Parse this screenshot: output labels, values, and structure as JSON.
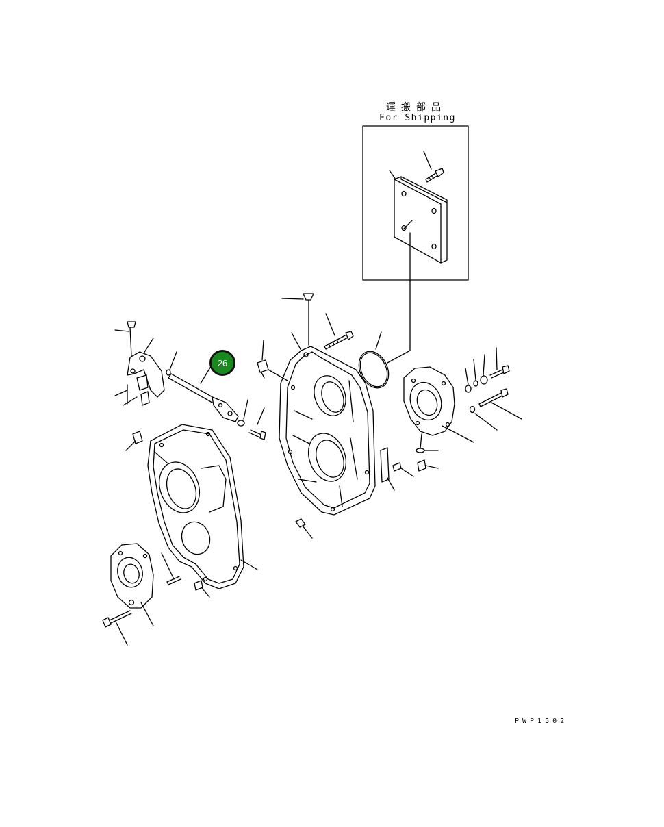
{
  "shipping_box": {
    "title_jp": "運搬部品",
    "title_en": "For Shipping"
  },
  "callout": {
    "number": "26",
    "color": "#198a1d"
  },
  "drawing_code": "PWP1502"
}
